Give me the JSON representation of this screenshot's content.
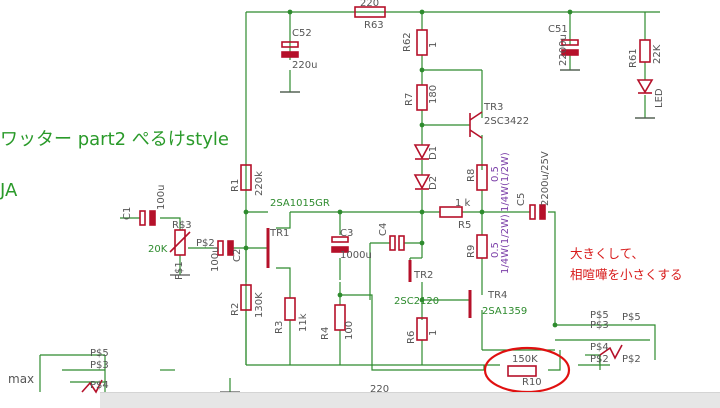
{
  "title": {
    "line1": "ワッター part2 ぺるけstyle",
    "line2": "JA"
  },
  "note": {
    "line1": "大きくして、",
    "line2": "相喧嘩を小さくする"
  },
  "colors": {
    "wire": "#2e8b2e",
    "part": "#b5112a",
    "label": "#555555",
    "value": "#555555",
    "value_purple": "#7b3fa8",
    "title": "#2a9a2a",
    "note": "#d81b1b",
    "highlight": "#e01010"
  },
  "components": [
    {
      "id": "R63",
      "value": "220"
    },
    {
      "id": "C52",
      "value": "220u"
    },
    {
      "id": "R62",
      "value": "1"
    },
    {
      "id": "C51",
      "value": "2200u"
    },
    {
      "id": "R61",
      "value": "22K"
    },
    {
      "id": "LED",
      "value": "LED"
    },
    {
      "id": "R7",
      "value": "180"
    },
    {
      "id": "TR3",
      "value": "2SC3422"
    },
    {
      "id": "D1",
      "value": "D1"
    },
    {
      "id": "D2",
      "value": "D2"
    },
    {
      "id": "R8",
      "value": "0.5"
    },
    {
      "id": "R8-power",
      "value": "1/4W(1/2W)"
    },
    {
      "id": "C5",
      "value": "2200u/25V"
    },
    {
      "id": "R1",
      "value": "220k"
    },
    {
      "id": "TR1",
      "value": "2SA1015GR"
    },
    {
      "id": "C1",
      "value": "100u"
    },
    {
      "id": "R5",
      "value": "1 k"
    },
    {
      "id": "R$3",
      "value": "R$3"
    },
    {
      "id": "VR",
      "value": "20K"
    },
    {
      "id": "P$2",
      "value": "P$2"
    },
    {
      "id": "P$1",
      "value": "P$1"
    },
    {
      "id": "C2",
      "value": "100u"
    },
    {
      "id": "C3",
      "value": "1000u"
    },
    {
      "id": "C4",
      "value": "C4"
    },
    {
      "id": "R9",
      "value": "0.5"
    },
    {
      "id": "R9-power",
      "value": "1/4W(1/2W)"
    },
    {
      "id": "TR2",
      "value": "2SC2120"
    },
    {
      "id": "R2",
      "value": "130K"
    },
    {
      "id": "R3",
      "value": "11k"
    },
    {
      "id": "R4",
      "value": "100"
    },
    {
      "id": "R6",
      "value": "1"
    },
    {
      "id": "TR4",
      "value": "2SA1359"
    },
    {
      "id": "R10",
      "value": "150K"
    }
  ],
  "pins": {
    "left": [
      "P$5",
      "P$3",
      "P$4"
    ],
    "right": [
      "P$5",
      "P$3",
      "P$5",
      "P$4",
      "P$2",
      "P$2"
    ]
  },
  "partial_text": {
    "bottom_left": "max",
    "top_cut": "220",
    "bottom_cut": "220"
  }
}
